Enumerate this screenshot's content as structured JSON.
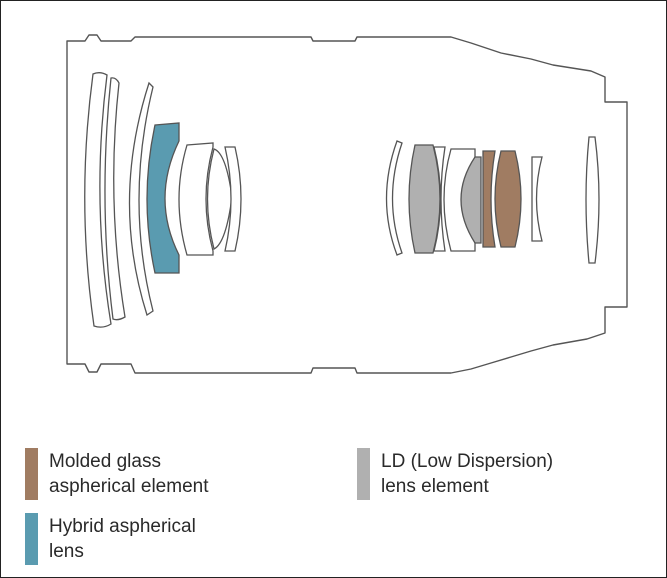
{
  "colors": {
    "outline": "#555555",
    "molded_glass": "#a07c62",
    "hybrid": "#5a9bb0",
    "ld": "#b0b0b0"
  },
  "legend": [
    {
      "id": "molded",
      "label": "Molded glass\naspherical element",
      "color": "#a07c62"
    },
    {
      "id": "hybrid",
      "label": "Hybrid aspherical\nlens",
      "color": "#5a9bb0"
    },
    {
      "id": "ld",
      "label": "LD (Low Dispersion)\nlens element",
      "color": "#b0b0b0"
    }
  ]
}
